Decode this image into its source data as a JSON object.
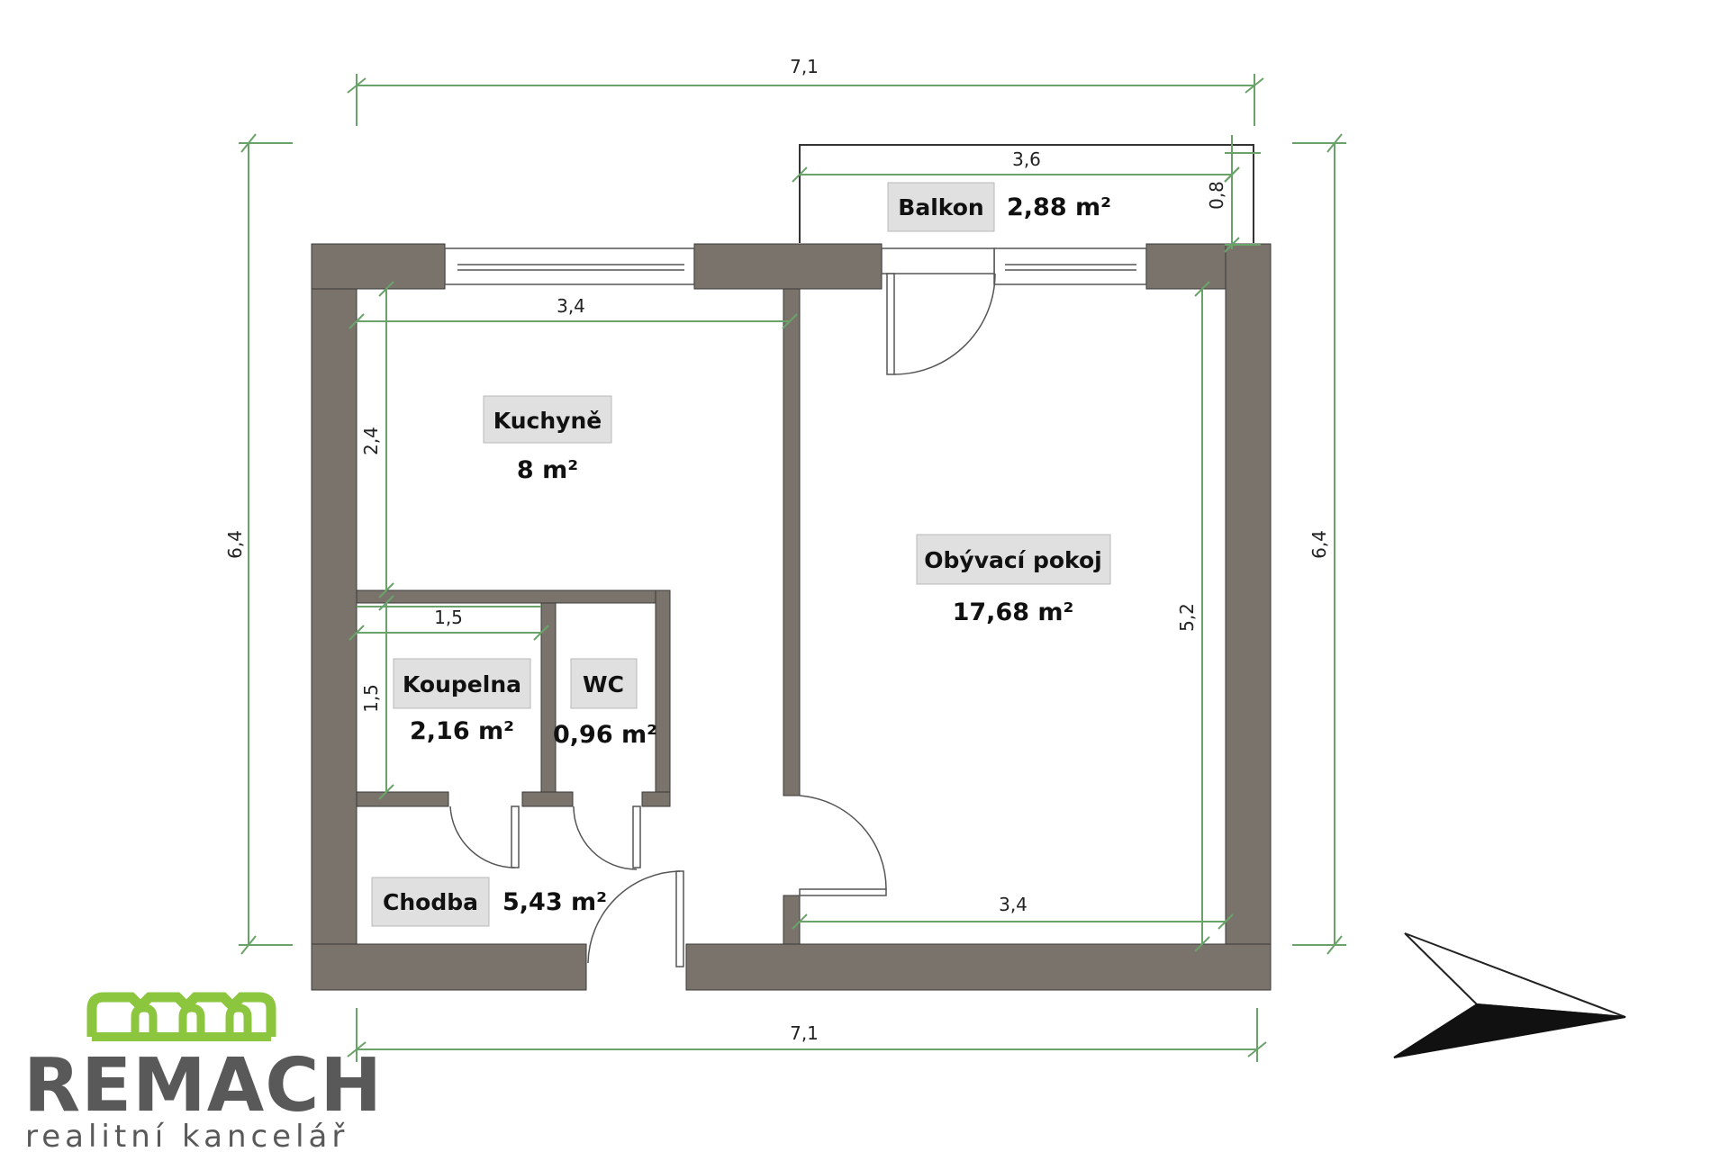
{
  "colors": {
    "wall": "#7a736b",
    "dimension": "#6aa36a",
    "label_box": "#e0e0e0",
    "logo_green": "#8cc63f",
    "logo_gray": "#595959"
  },
  "rooms": {
    "kitchen": {
      "name": "Kuchyně",
      "area": "8 m²"
    },
    "living": {
      "name": "Obývací pokoj",
      "area": "17,68 m²"
    },
    "balcony": {
      "name": "Balkon",
      "area": "2,88 m²"
    },
    "bathroom": {
      "name": "Koupelna",
      "area": "2,16 m²"
    },
    "wc": {
      "name": "WC",
      "area": "0,96 m²"
    },
    "hallway": {
      "name": "Chodba",
      "area": "5,43 m²"
    }
  },
  "dimensions": {
    "top_total": "7,1",
    "bottom_total": "7,1",
    "left_height": "6,4",
    "right_height": "6,4",
    "balcony_width": "3,6",
    "balcony_depth": "0,8",
    "kitchen_width": "3,4",
    "kitchen_height": "2,4",
    "living_width": "3,4",
    "living_height": "5,2",
    "bathroom_width": "1,5",
    "bathroom_height": "1,5"
  },
  "logo": {
    "name": "REMACH",
    "tagline": "realitní kancelář"
  },
  "compass": {
    "icon": "north-arrow-icon"
  }
}
